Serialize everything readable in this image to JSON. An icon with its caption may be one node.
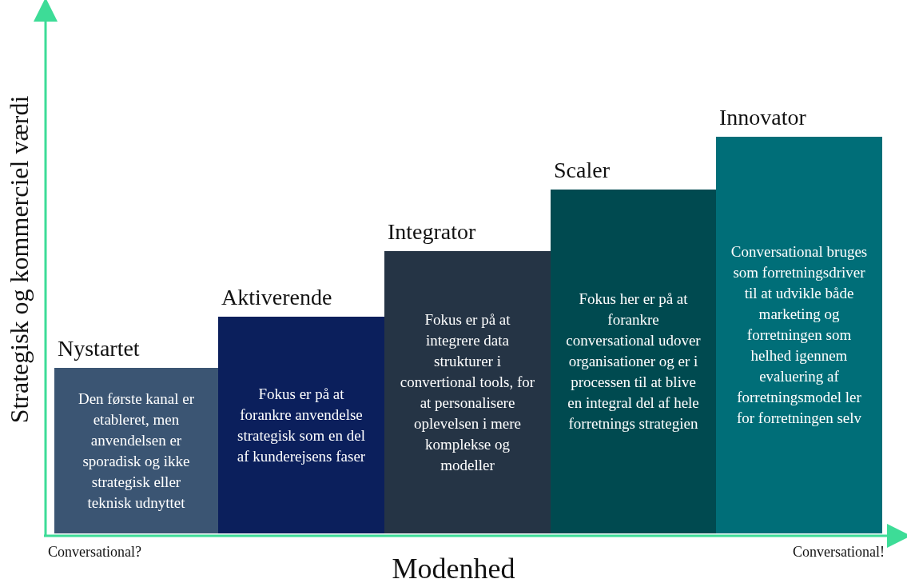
{
  "diagram": {
    "nodes": [
      {
        "text": [
          "Nystartet",
          "Den første kanal er etableret, men anvendelsen er sporadisk og ikke strategisk eller teknisk udnyttet"
        ]
      },
      {
        "text": [
          "Aktiverende",
          "Fokus er på at forankre anvendelse strategisk som en del af kunderejsens faser"
        ]
      },
      {
        "text": [
          "Integrator",
          "Fokus er på at integrere data strukturer i convertional tools, for at personalisere oplevelsen i mere komplekse og modeller"
        ]
      },
      {
        "text": [
          "Scaler",
          "Fokus her er på at forankre conversational udover organisationer og er i processen til at blive en integral del af hele forretnings strategien"
        ]
      },
      {
        "text": [
          "Innovator",
          "Conversational bruges som forretningsdriver til at udvikle både marketing og forretningen som helhed igennem evaluering af forretningsmodel ler for forretningen selv"
        ]
      }
    ],
    "edges": [],
    "labels": [
      "Strategisk og kommerciel værdi",
      "Conversational?",
      "Conversational!",
      "Modenhed"
    ]
  }
}
